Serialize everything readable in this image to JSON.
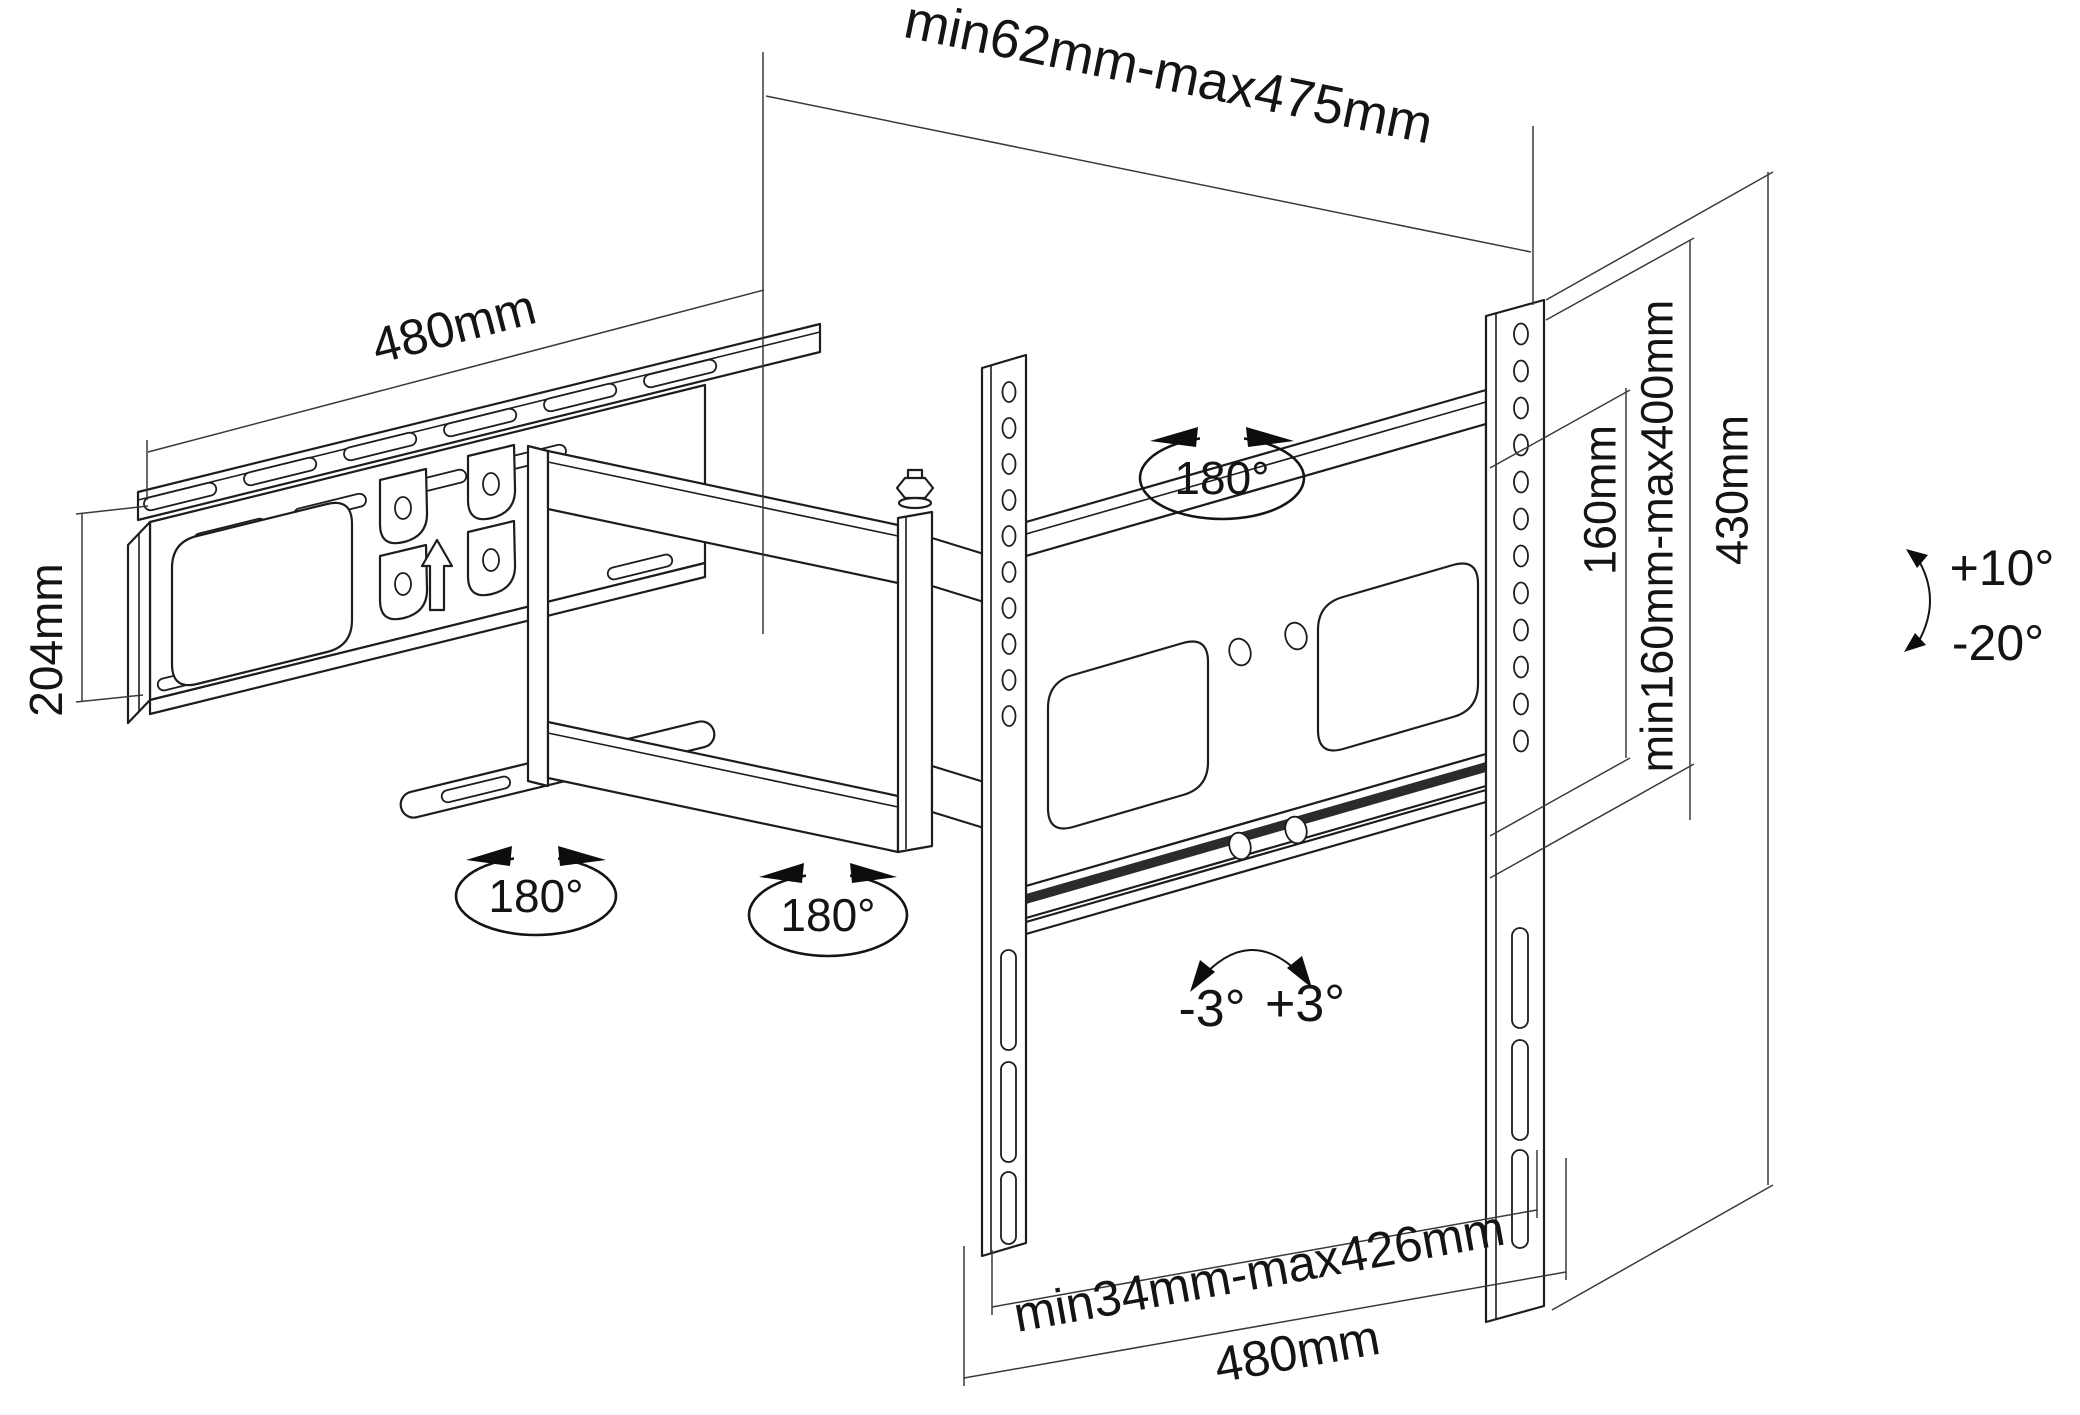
{
  "figure": "tv-wall-mount-technical-drawing",
  "colors": {
    "line": "#1d1d1d",
    "dimension_line": "#3a3a3a",
    "background": "#ffffff"
  },
  "labels": {
    "top_span": "min62mm-max475mm",
    "plate_width": "480mm",
    "plate_height": "204mm",
    "hole_spacing": "160mm",
    "vesa_range": "min160mm-max400mm",
    "bracket_height": "430mm",
    "bottom_span": "min34mm-max426mm",
    "bracket_width": "480mm",
    "swivel_wall": "180°",
    "swivel_arm": "180°",
    "swivel_tv": "180°",
    "tilt_up": "+10°",
    "tilt_down": "-20°",
    "level_left": "-3°",
    "level_right": "+3°"
  }
}
